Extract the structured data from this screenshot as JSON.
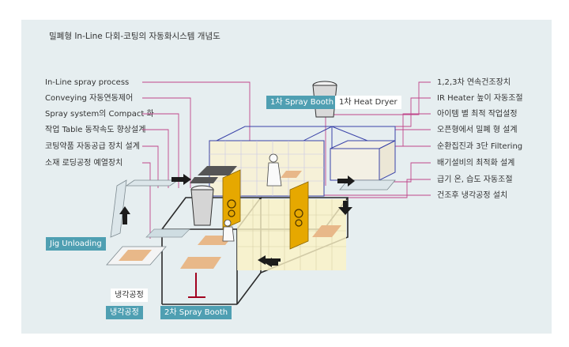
{
  "title": "밀폐형 In-Line 다회-코팅의 자동화시스템 개념도",
  "left_labels": [
    "In-Line spray process",
    "Conveying 자동연동제어",
    "Spray system의 Compact 화",
    "작업 Table 동작속도 향상설계",
    "코팅약품 자동공급 장치 설계",
    "소재 로딩공정 예열장치"
  ],
  "right_labels": [
    "1,2,3차 연속건조장치",
    "IR Heater 높이 자동조절",
    "아이템 별 최적 작업설정",
    "오픈형에서 밀폐 형 설계",
    "순환집진과 3단 Filtering",
    "배기설비의 최적화 설계",
    "급기 온, 습도 자동조절",
    "건조후 냉각공정 설치"
  ],
  "tags": {
    "spray_booth_1": "1차 Spray Booth",
    "heat_dryer_1": "1차 Heat Dryer",
    "jig_unloading": "Jig Unloading",
    "cooling_inside": "냉각공정",
    "cooling": "냉각공정",
    "spray_booth_2": "2차 Spray Booth"
  },
  "colors": {
    "panel": "#e6eef0",
    "tag": "#4f9fb2",
    "leader": "#c0458a",
    "frame": "#2a2a2a",
    "dryer_frame": "#3a43a8",
    "booth_door": "#e6a800",
    "tray": "#e8b889"
  }
}
